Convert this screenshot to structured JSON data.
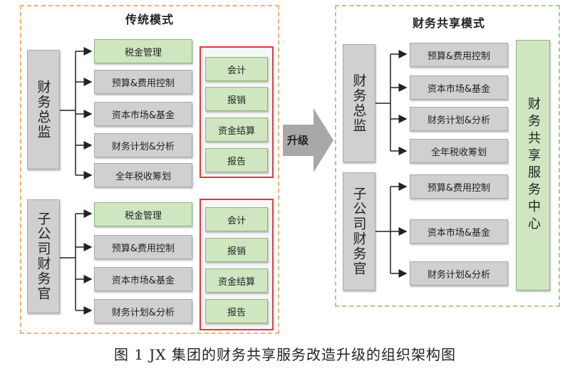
{
  "traditional": {
    "title": "传统模式",
    "cfo": "财务总监",
    "cfo_items": [
      "税金管理",
      "预算&费用控制",
      "资本市场&基金",
      "财务计划&分析",
      "全年税收筹划"
    ],
    "cfo_ops": [
      "会计",
      "报销",
      "资金结算",
      "报告"
    ],
    "sub": "子公司财务官",
    "sub_items": [
      "税金管理",
      "预算&费用控制",
      "资本市场&基金",
      "财务计划&分析"
    ],
    "sub_ops": [
      "会计",
      "报销",
      "资金结算",
      "报告"
    ]
  },
  "upgrade_label": "升级",
  "shared": {
    "title": "财务共享模式",
    "cfo": "财务总监",
    "cfo_items": [
      "预算&费用控制",
      "资本市场&基金",
      "财务计划&分析",
      "全年税收筹划"
    ],
    "sub": "子公司财务官",
    "sub_items": [
      "预算&费用控制",
      "资本市场&基金",
      "财务计划&分析"
    ],
    "center": "财务共享服务中心"
  },
  "caption": "图 1   JX 集团的财务共享服务改造升级的组织架构图"
}
